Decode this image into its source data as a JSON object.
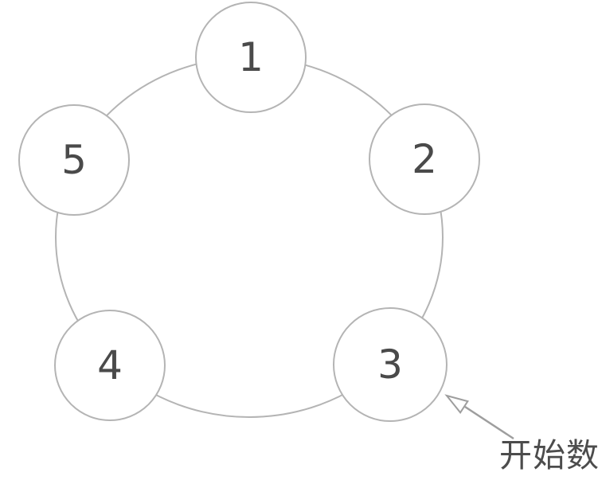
{
  "diagram": {
    "type": "circular-node-ring",
    "nodes": [
      {
        "id": 1,
        "label": "1",
        "position": "top"
      },
      {
        "id": 2,
        "label": "2",
        "position": "right"
      },
      {
        "id": 3,
        "label": "3",
        "position": "bottom-right"
      },
      {
        "id": 4,
        "label": "4",
        "position": "bottom-left"
      },
      {
        "id": 5,
        "label": "5",
        "position": "left"
      }
    ],
    "annotation": {
      "label": "开始数",
      "points_to_node": "3"
    },
    "colors": {
      "background": "#ffffff",
      "ring_stroke": "#b4b4b4",
      "node_stroke": "#b4b4b4",
      "node_fill": "#ffffff",
      "number_text": "#4a4a4a",
      "arrow": "#9e9e9e",
      "annotation_text": "#4c4c4c"
    }
  }
}
